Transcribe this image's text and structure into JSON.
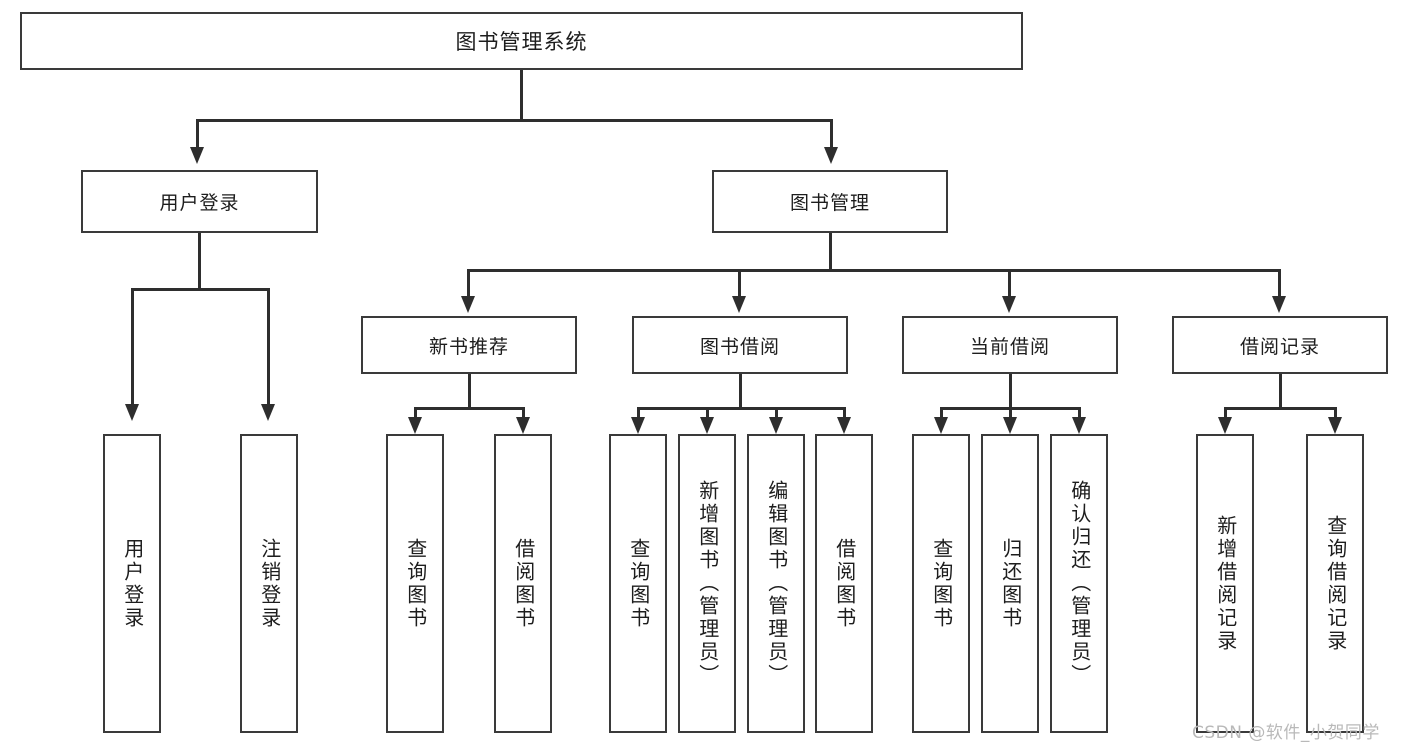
{
  "diagram": {
    "title": "图书管理系统",
    "type": "tree-hierarchy-chart",
    "colors": {
      "box_border": "#3a3a3a",
      "connector": "#2e2e2e",
      "background": "#ffffff",
      "watermark": "#b9b9b9"
    },
    "root": {
      "label": "图书管理系统"
    },
    "level2": [
      {
        "id": "user-login",
        "label": "用户登录"
      },
      {
        "id": "book-management",
        "label": "图书管理"
      }
    ],
    "level3": [
      {
        "id": "new-book-recommend",
        "label": "新书推荐",
        "parent": "book-management"
      },
      {
        "id": "book-borrow",
        "label": "图书借阅",
        "parent": "book-management"
      },
      {
        "id": "current-borrow",
        "label": "当前借阅",
        "parent": "book-management"
      },
      {
        "id": "borrow-record",
        "label": "借阅记录",
        "parent": "book-management"
      }
    ],
    "leaves": [
      {
        "id": "leaf-user-login",
        "label": "用户登录",
        "parent": "user-login"
      },
      {
        "id": "leaf-logout",
        "label": "注销登录",
        "parent": "user-login"
      },
      {
        "id": "leaf-query-book-1",
        "label": "查询图书",
        "parent": "new-book-recommend"
      },
      {
        "id": "leaf-borrow-book-1",
        "label": "借阅图书",
        "parent": "new-book-recommend"
      },
      {
        "id": "leaf-query-book-2",
        "label": "查询图书",
        "parent": "book-borrow"
      },
      {
        "id": "leaf-add-book",
        "label": "新增图书（管理员）",
        "parent": "book-borrow"
      },
      {
        "id": "leaf-edit-book",
        "label": "编辑图书（管理员）",
        "parent": "book-borrow"
      },
      {
        "id": "leaf-borrow-book-2",
        "label": "借阅图书",
        "parent": "book-borrow"
      },
      {
        "id": "leaf-query-book-3",
        "label": "查询图书",
        "parent": "current-borrow"
      },
      {
        "id": "leaf-return-book",
        "label": "归还图书",
        "parent": "current-borrow"
      },
      {
        "id": "leaf-confirm-return",
        "label": "确认归还（管理员）",
        "parent": "current-borrow"
      },
      {
        "id": "leaf-add-record",
        "label": "新增借阅记录",
        "parent": "borrow-record"
      },
      {
        "id": "leaf-query-record",
        "label": "查询借阅记录",
        "parent": "borrow-record"
      }
    ],
    "watermark": "CSDN @软件_小贺同学"
  }
}
